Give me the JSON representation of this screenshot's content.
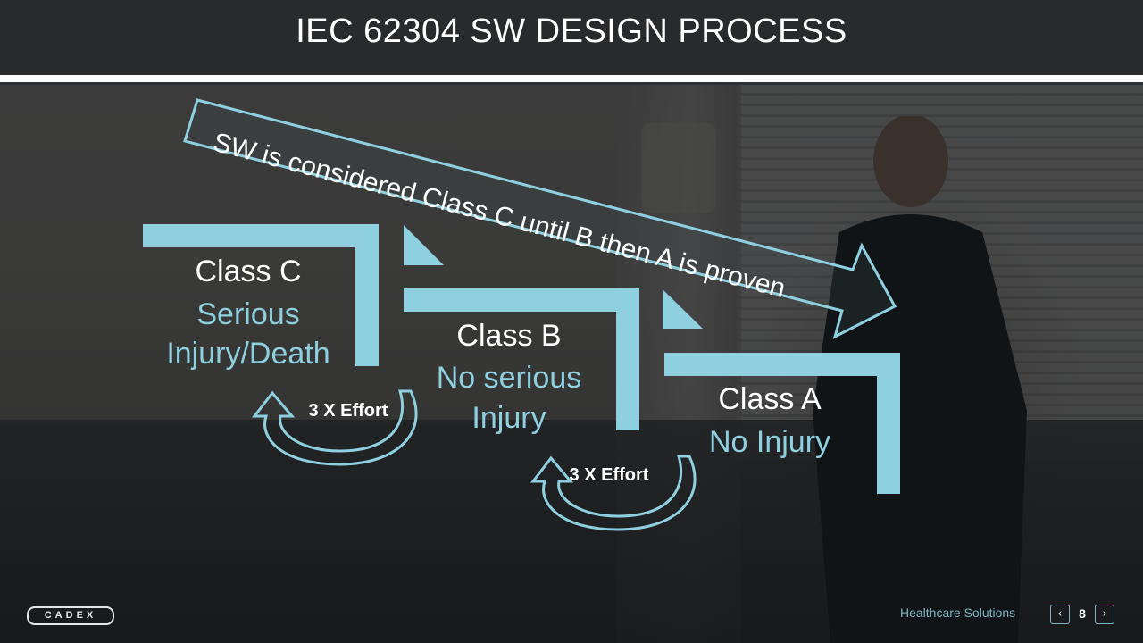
{
  "slide": {
    "title": "IEC 62304  SW DESIGN PROCESS",
    "arrow_text": "SW is considered Class C until B then A is proven",
    "steps": [
      {
        "class_label": "Class C",
        "description_lines": [
          "Serious",
          "Injury/Death"
        ]
      },
      {
        "class_label": "Class B",
        "description_lines": [
          "No serious",
          "Injury"
        ]
      },
      {
        "class_label": "Class A",
        "description_lines": [
          "No Injury"
        ]
      }
    ],
    "effort_labels": [
      "3 X Effort",
      "3 X Effort"
    ]
  },
  "footer": {
    "brand": "CADEX",
    "section": "Healthcare Solutions",
    "page_number": "8",
    "prev_icon": "chevron-left-icon",
    "next_icon": "chevron-right-icon"
  },
  "colors": {
    "accent": "#8fd0e0",
    "title_bar": "#2b2b2b",
    "text": "#ffffff"
  }
}
